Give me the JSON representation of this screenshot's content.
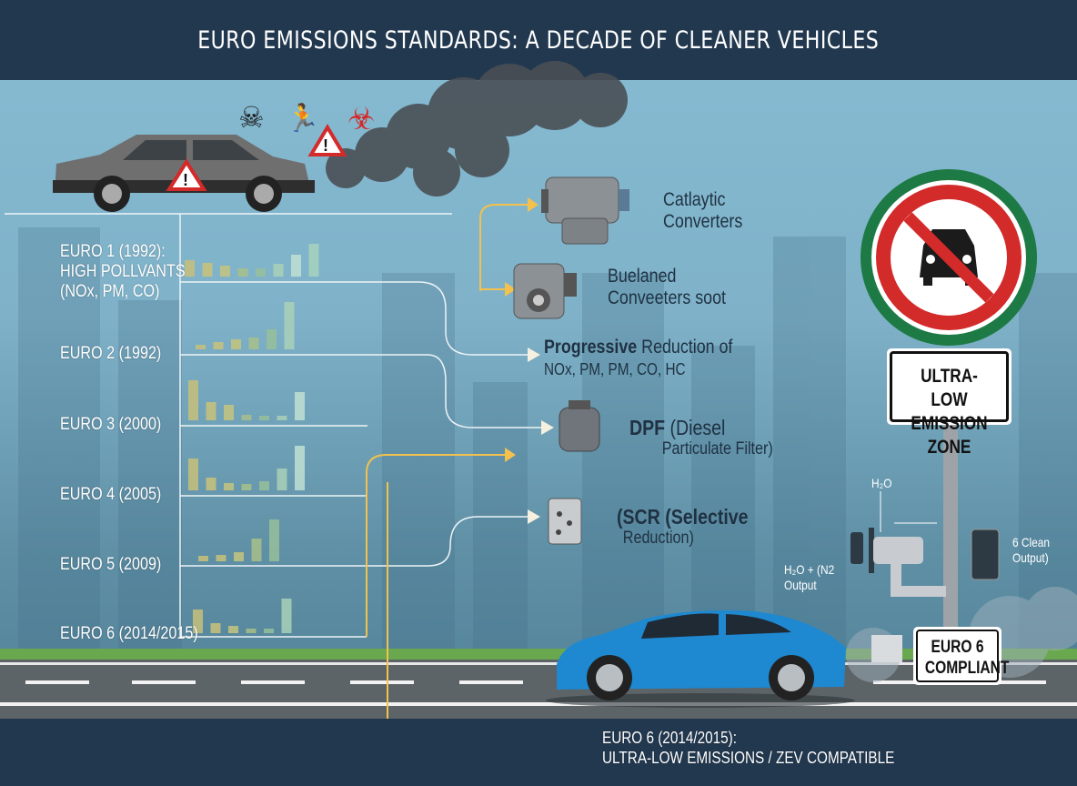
{
  "header": {
    "title": "EURO EMISSIONS STANDARDS: A DECADE OF CLEANER VEHICLES"
  },
  "colors": {
    "header_bg": "#22384f",
    "accent_yellow": "#f2c14e",
    "sign_green": "#1e7a45",
    "sign_red": "#d32a2a",
    "new_car_blue": "#1e88d0",
    "old_car_gray": "#6b6b6b",
    "grass": "#6aa84f",
    "road": "#5d6468"
  },
  "hazard_icons": [
    "skull-crossbones-icon",
    "running-person-icon",
    "warning-triangle-icon",
    "biohazard-icon"
  ],
  "stages": [
    {
      "label": "EURO 1 (1992):",
      "sub": [
        "HIGH POLLVANTS",
        "(NOx, PM, CO)"
      ],
      "bars": [
        18,
        15,
        12,
        9,
        9,
        14,
        24,
        36
      ]
    },
    {
      "label": "EURO 2 (1992)",
      "bars": [
        5,
        8,
        11,
        13,
        22,
        52
      ]
    },
    {
      "label": "EURO 3 (2000)",
      "bars": [
        44,
        20,
        17,
        6,
        5,
        5,
        31
      ]
    },
    {
      "label": "EURO 4 (2005)",
      "bars": [
        35,
        14,
        8,
        7,
        10,
        24,
        49
      ]
    },
    {
      "label": "EURO 5 (2009)",
      "bars": [
        6,
        7,
        10,
        25,
        46
      ]
    },
    {
      "label": "EURO 6 (2014/2015)",
      "bars": [
        26,
        11,
        8,
        5,
        5,
        38
      ]
    }
  ],
  "components": {
    "catalytic": [
      "Catlaytic",
      "Converters"
    ],
    "buelaned": [
      "Buelaned",
      "Conveeters soot"
    ],
    "progressive": {
      "bold": "Progressive",
      "rest": " Reduction of",
      "line2": "NOx, PM, PM, CO, HC"
    },
    "dpf": {
      "bold": "DPF",
      "rest": " (Diesel",
      "line2": "Particulate Filter)"
    },
    "scr": {
      "line1": "(SCR (Selective",
      "line2": "Reduction)"
    }
  },
  "sign": {
    "zone": [
      "ULTRA-LOW",
      "EMISSION ZONE"
    ],
    "compliant": [
      "EURO 6",
      "COMPLIANT"
    ]
  },
  "outputs": {
    "h2o": "H₂O",
    "mix": [
      "H₂O + (N2",
      "Output"
    ],
    "clean": [
      "6 Clean",
      "Output)"
    ]
  },
  "footer": {
    "line1": "EURO 6 (2014/2015):",
    "line2": "ULTRA-LOW EMISSIONS / ZEV COMPATIBLE"
  }
}
